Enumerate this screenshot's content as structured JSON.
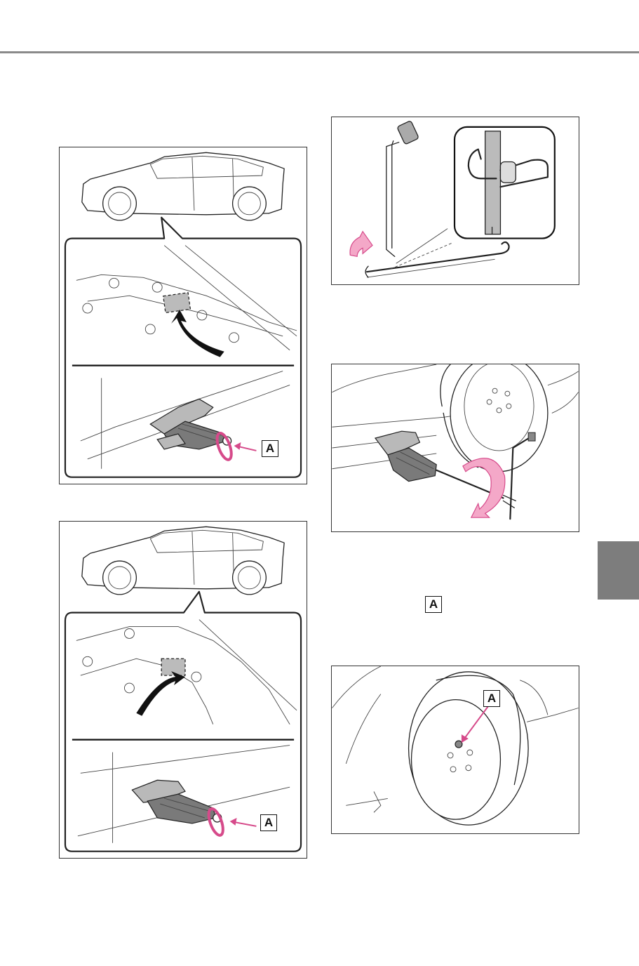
{
  "page": {
    "background": "#ffffff",
    "rule_color": "#8a8a8a",
    "tab_color": "#7d7d7d"
  },
  "callouts": {
    "label": "A"
  },
  "figures": [
    {
      "id": "front-jack-point",
      "callout": "A"
    },
    {
      "id": "rear-jack-point",
      "callout": "A"
    },
    {
      "id": "jack-handle-assembly"
    },
    {
      "id": "raise-jack"
    },
    {
      "id": "wheel-nut",
      "callout": "A"
    }
  ],
  "accent": {
    "pink_fill": "#f4a8c8",
    "pink_stroke": "#d64a8a"
  }
}
